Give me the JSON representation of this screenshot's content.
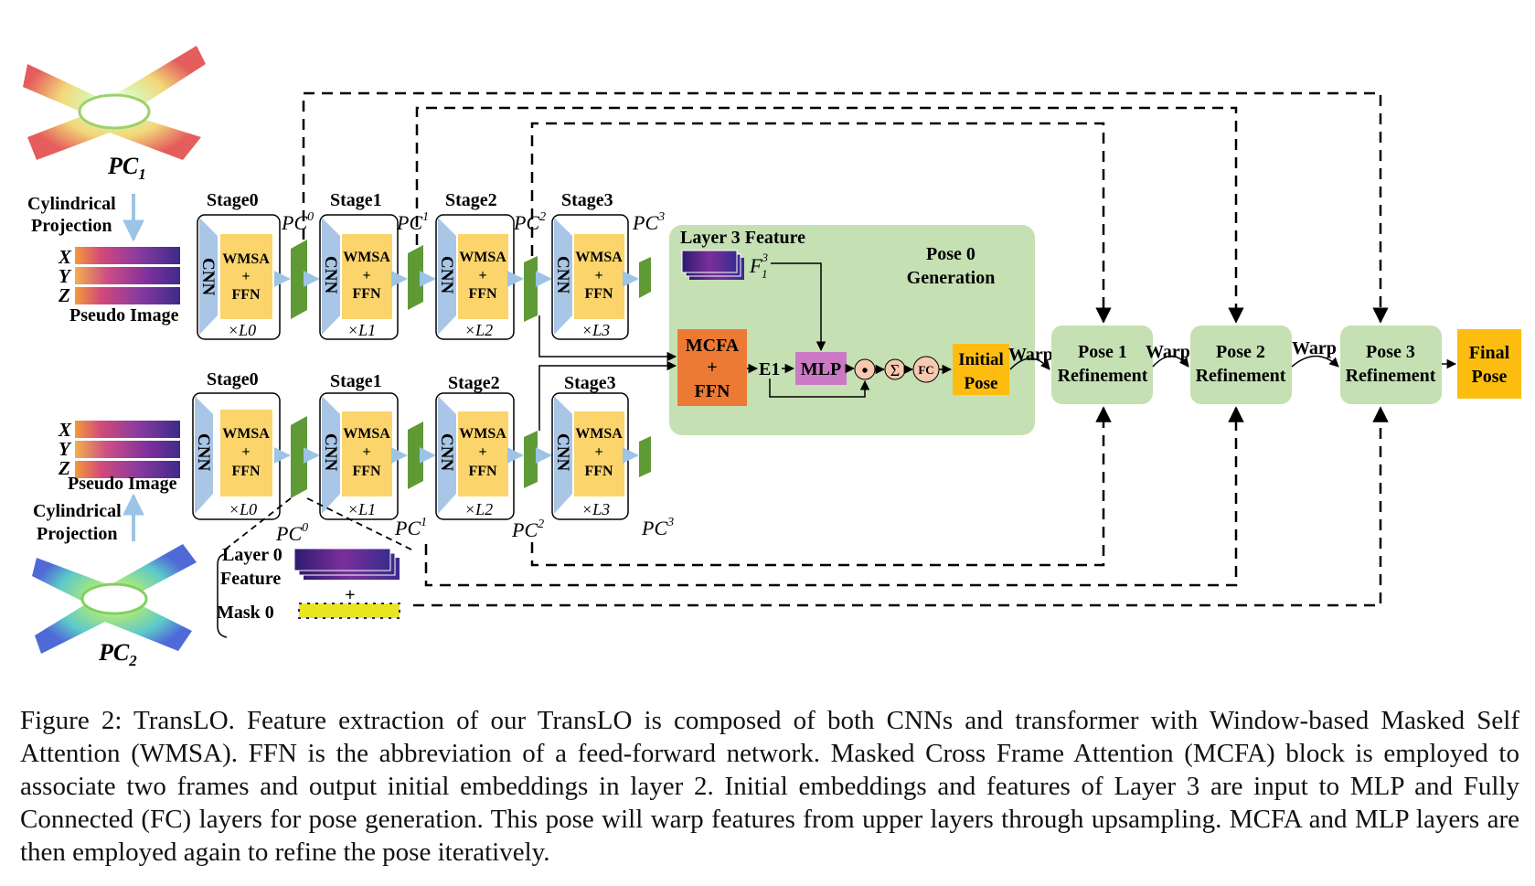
{
  "figure": {
    "caption": "Figure 2: TransLO. Feature extraction of our TransLO is composed of both CNNs and transformer with Window-based Masked Self Attention (WMSA). FFN is the abbreviation of a feed-forward network. Masked Cross Frame Attention (MCFA) block is employed to associate two frames and output initial embeddings in layer 2. Initial embeddings and features of Layer 3 are input to MLP and Fully Connected (FC) layers for pose generation. This pose will warp features from upper layers through upsampling. MCFA and MLP layers are then employed again to refine the pose iteratively."
  },
  "inputs": {
    "pc1_label": "PC",
    "pc1_sub": "1",
    "pc2_label": "PC",
    "pc2_sub": "2",
    "cyl_line1": "Cylindrical",
    "cyl_line2": "Projection",
    "pseudo_image": "Pseudo Image",
    "axes": [
      "X",
      "Y",
      "Z"
    ]
  },
  "stages": [
    {
      "name": "Stage0",
      "repeat": "×L0",
      "out_base": "PC",
      "out_super": "0"
    },
    {
      "name": "Stage1",
      "repeat": "×L1",
      "out_base": "PC",
      "out_super": "1"
    },
    {
      "name": "Stage2",
      "repeat": "×L2",
      "out_base": "PC",
      "out_super": "2"
    },
    {
      "name": "Stage3",
      "repeat": "×L3",
      "out_base": "PC",
      "out_super": "3"
    }
  ],
  "block": {
    "cnn": "CNN",
    "wmsa": "WMSA",
    "plus": "+",
    "ffn": "FFN"
  },
  "pose0": {
    "layer3_feature": "Layer 3 Feature",
    "f_label": "F",
    "f_sup": "3",
    "f_sub": "1",
    "title_line1": "Pose 0",
    "title_line2": "Generation",
    "mcfa": "MCFA",
    "plus": "+",
    "ffn": "FFN",
    "e1": "E1",
    "mlp": "MLP",
    "dot": "•",
    "sum": "Σ",
    "fc": "FC",
    "initial_line1": "Initial",
    "initial_line2": "Pose"
  },
  "refinement": {
    "warp": "Warp",
    "blocks": [
      {
        "line1": "Pose 1",
        "line2": "Refinement"
      },
      {
        "line1": "Pose 2",
        "line2": "Refinement"
      },
      {
        "line1": "Pose 3",
        "line2": "Refinement"
      }
    ],
    "final_line1": "Final",
    "final_line2": "Pose"
  },
  "layer0": {
    "feature_line1": "Layer 0",
    "feature_line2": "Feature",
    "plus": "+",
    "mask": "Mask 0"
  },
  "colors": {
    "cnn": "#a9c6e6",
    "wmsa": "#fcd46c",
    "green_block": "#5f9a37",
    "pose_bg": "#c5e0b3",
    "mcfa": "#ec7a35",
    "mlp": "#cb79c4",
    "op_circle": "#f6c9b0",
    "initial_pose": "#fdbd10",
    "final_pose": "#fdbd10",
    "arrow_blue": "#9dc3e6"
  }
}
